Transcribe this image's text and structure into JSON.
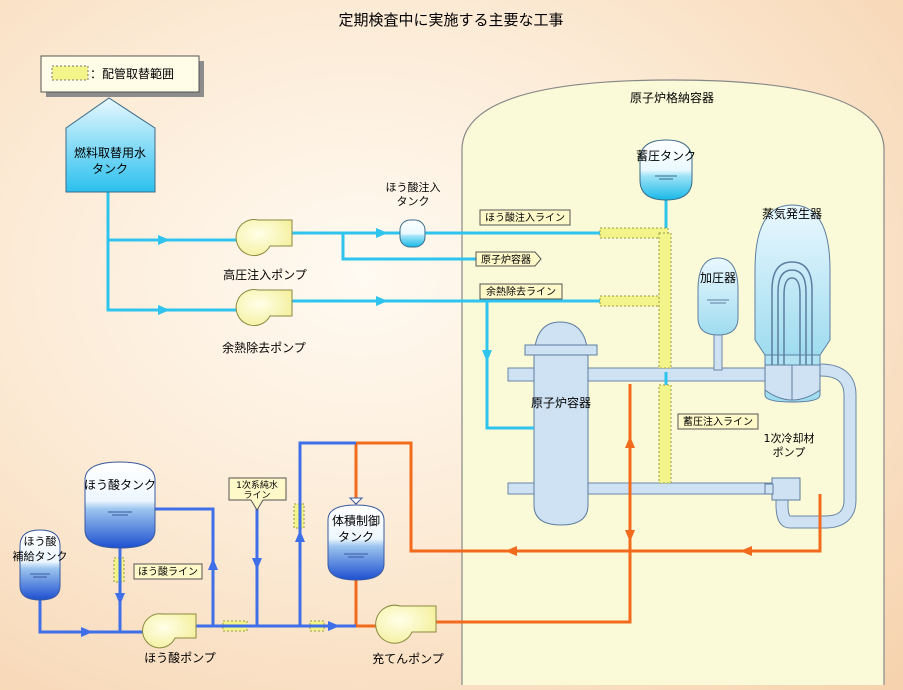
{
  "title": "定期検査中に実施する主要な工事",
  "legend": {
    "text": "：配管取替範囲",
    "swatch_color": "#f3f58a"
  },
  "containment": {
    "label": "原子炉格納容器"
  },
  "components": {
    "refueling_tank": [
      "燃料取替用水",
      "タンク"
    ],
    "hp_injection_pump": "高圧注入ポンプ",
    "rhr_pump": "余熱除去ポンプ",
    "boric_injection_tank": [
      "ほう酸注入",
      "タンク"
    ],
    "accumulator_tank": "蓄圧タンク",
    "steam_generator": "蒸気発生器",
    "pressurizer": "加圧器",
    "reactor_vessel": "原子炉容器",
    "rcp": [
      "1次冷却材",
      "ポンプ"
    ],
    "boric_acid_tank": "ほう酸タンク",
    "boric_makeup_tank": [
      "ほう酸",
      "補給タンク"
    ],
    "vct": [
      "体積制御",
      "タンク"
    ],
    "boric_pump": "ほう酸ポンプ",
    "charging_pump": "充てんポンプ"
  },
  "line_labels": {
    "boric_injection_line": "ほう酸注入ライン",
    "to_reactor_vessel": "原子炉容器",
    "rhr_line": "余熱除去ライン",
    "accumulator_line": "蓄圧注入ライン",
    "primary_water_line": [
      "1次系純水",
      "ライン"
    ],
    "boric_acid_line": "ほう酸ライン"
  },
  "colors": {
    "pipe_cyan": "#2ec4ee",
    "pipe_blue": "#3f6fe8",
    "pipe_orange": "#f26a1b",
    "pipe_grey": "#cfe2f3",
    "replaced_section": "#f3f58a"
  }
}
